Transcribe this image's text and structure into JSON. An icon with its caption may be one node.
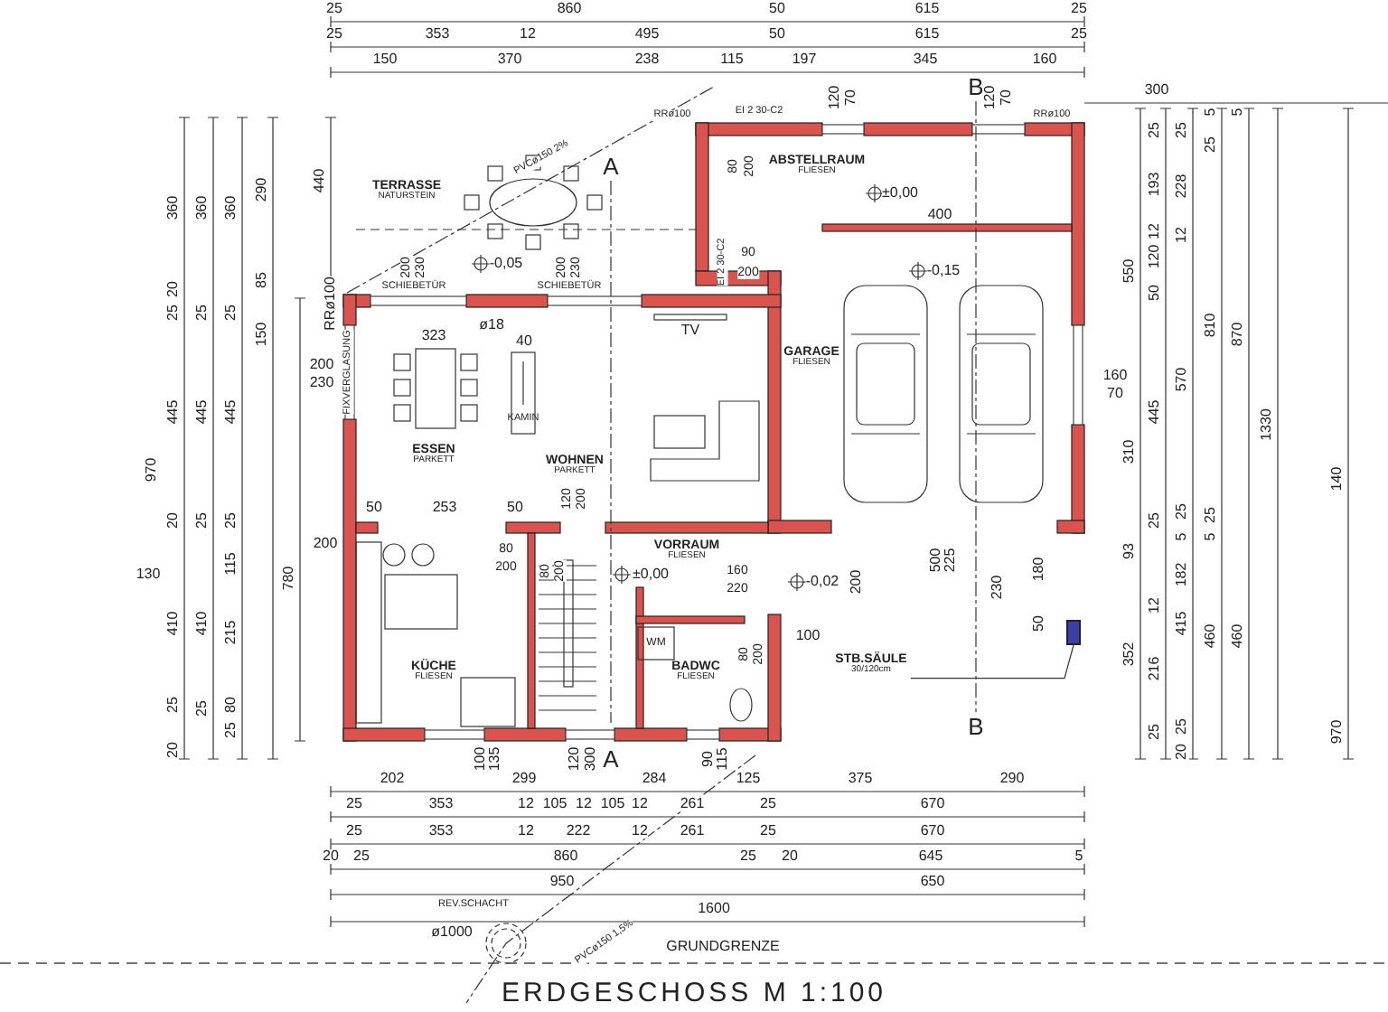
{
  "diagram": {
    "title": "ERDGESCHOSS M 1:100",
    "nodes": [
      {
        "text": [
          "TERRASSE",
          "NATURSTEIN"
        ]
      },
      {
        "text": [
          "ABSTELLRAUM",
          "FLIESEN"
        ]
      },
      {
        "text": [
          "ESSEN",
          "PARKETT"
        ]
      },
      {
        "text": [
          "WOHNEN",
          "PARKETT"
        ]
      },
      {
        "text": [
          "GARAGE",
          "FLIESEN"
        ]
      },
      {
        "text": [
          "KÜCHE",
          "FLIESEN"
        ]
      },
      {
        "text": [
          "VORRAUM",
          "FLIESEN"
        ]
      },
      {
        "text": [
          "BADWC",
          "FLIESEN"
        ]
      },
      {
        "text": [
          "STB.SÄULE",
          "30/120cm"
        ]
      },
      {
        "text": [],
        "shape": "box"
      }
    ],
    "edges": [
      {
        "from": 8,
        "to": 9,
        "arrow": "none"
      }
    ],
    "labels": [
      "25",
      "860",
      "50",
      "615",
      "25",
      "25",
      "353",
      "12",
      "495",
      "50",
      "615",
      "25",
      "150",
      "370",
      "238",
      "115",
      "197",
      "345",
      "160",
      "300",
      "120",
      "70",
      "120",
      "70",
      "PVCø150 2%",
      "RRø100",
      "EI 2 30-C2",
      "RRø100",
      "80",
      "200",
      "±0,00",
      "440",
      "A",
      "B",
      "400",
      "EI 2 30-C2",
      "90",
      "200",
      "-0,05",
      "-0,15",
      "200",
      "230",
      "SCHIEBETÜR",
      "200",
      "230",
      "SCHIEBETÜR",
      "RRø100",
      "323",
      "ø18",
      "40",
      "TV",
      "KAMIN",
      "FIXVERGLASUNG",
      "200",
      "230",
      "160",
      "70",
      "50",
      "253",
      "50",
      "120",
      "200",
      "80",
      "200",
      "80",
      "200",
      "±0,00",
      "160",
      "220",
      "-0,02",
      "500",
      "225",
      "200",
      "230",
      "180",
      "50",
      "100",
      "WM",
      "80",
      "200",
      "B",
      "A",
      "360",
      "20",
      "25",
      "445",
      "20",
      "410",
      "25",
      "20",
      "970",
      "130",
      "360",
      "25",
      "445",
      "25",
      "410",
      "25",
      "360",
      "25",
      "445",
      "25",
      "115",
      "215",
      "80",
      "25",
      "290",
      "85",
      "150",
      "200",
      "780",
      "550",
      "310",
      "93",
      "352",
      "25",
      "193",
      "12",
      "120",
      "50",
      "445",
      "25",
      "12",
      "216",
      "25",
      "25",
      "228",
      "12",
      "570",
      "25",
      "5",
      "182",
      "415",
      "25",
      "20",
      "5",
      "25",
      "810",
      "25",
      "5",
      "460",
      "5",
      "870",
      "460",
      "1330",
      "140",
      "970",
      "202",
      "100",
      "135",
      "299",
      "120",
      "300",
      "284",
      "90",
      "115",
      "125",
      "375",
      "290",
      "25",
      "353",
      "12",
      "105",
      "12",
      "105",
      "12",
      "261",
      "25",
      "670",
      "25",
      "353",
      "12",
      "222",
      "12",
      "261",
      "25",
      "670",
      "20",
      "25",
      "860",
      "25",
      "20",
      "645",
      "5",
      "950",
      "650",
      "1600",
      "REV.SCHACHT",
      "ø1000",
      "PVCø150 1,5%",
      "GRUNDGRENZE"
    ]
  }
}
